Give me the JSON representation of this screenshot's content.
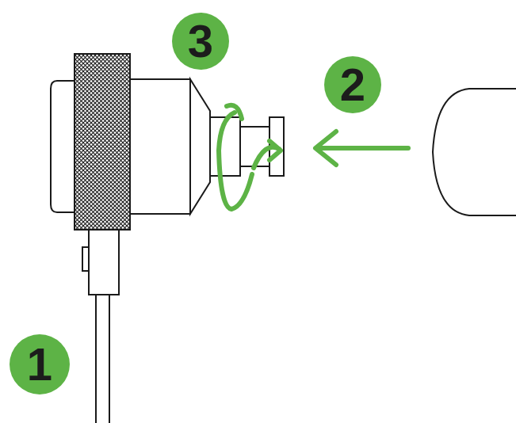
{
  "diagram": {
    "labels": [
      "3",
      "2",
      "1"
    ]
  }
}
